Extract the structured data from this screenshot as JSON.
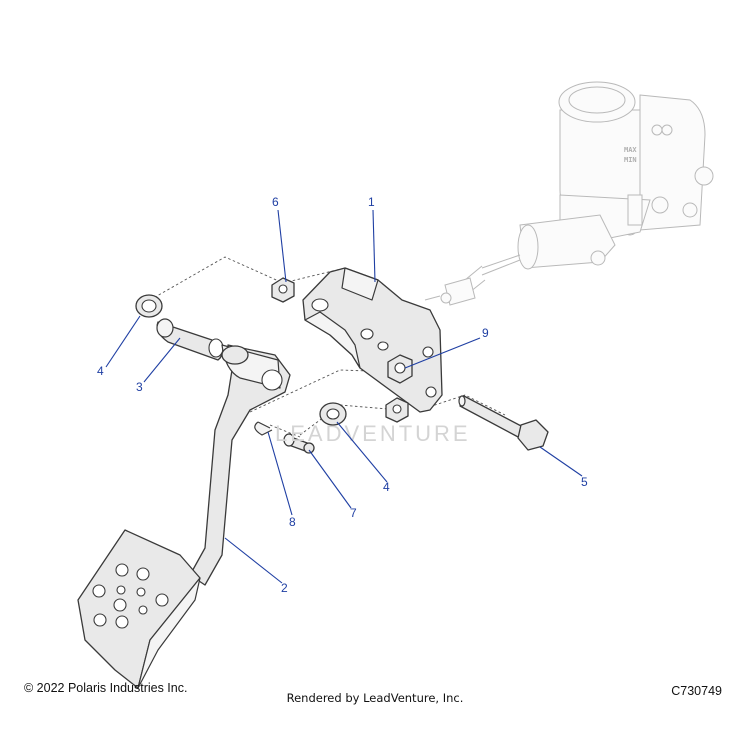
{
  "diagram": {
    "callouts": [
      {
        "id": "1",
        "label": "1"
      },
      {
        "id": "2",
        "label": "2"
      },
      {
        "id": "3",
        "label": "3"
      },
      {
        "id": "4a",
        "label": "4"
      },
      {
        "id": "4b",
        "label": "4"
      },
      {
        "id": "5",
        "label": "5"
      },
      {
        "id": "6",
        "label": "6"
      },
      {
        "id": "7",
        "label": "7"
      },
      {
        "id": "8",
        "label": "8"
      },
      {
        "id": "9",
        "label": "9"
      }
    ],
    "reservoir_text": {
      "max": "MAX",
      "min": "MIN"
    },
    "watermark": "LEADVENTURE",
    "colors": {
      "callout": "#1f3fa3",
      "part_fill": "#e9e9e9",
      "outline": "#3a3a3a"
    }
  },
  "footer": {
    "copyright": "© 2022 Polaris Industries Inc.",
    "rendered_by": "Rendered by LeadVenture, Inc.",
    "figure_code": "C730749"
  }
}
